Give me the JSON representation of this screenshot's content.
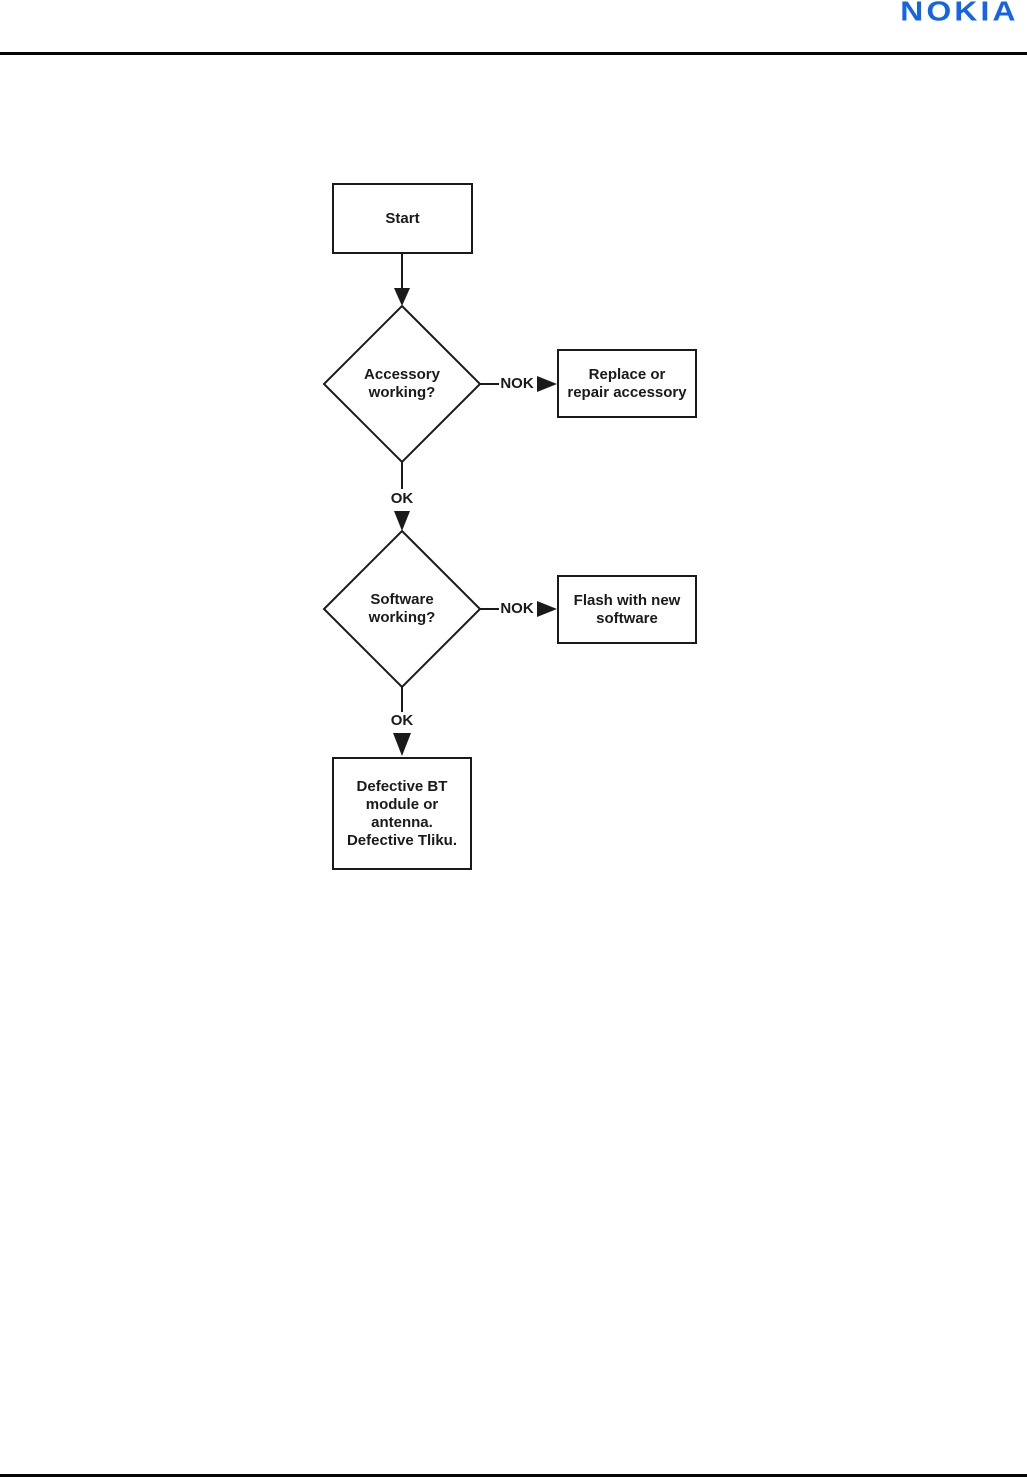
{
  "page": {
    "background": "#ffffff",
    "line_color": "#1a1a1a"
  },
  "header": {
    "logo": "NOKIA",
    "logo_color": "#1464E6"
  },
  "flowchart": {
    "start_label": "Start",
    "decision_accessory": "Accessory\nworking?",
    "decision_software": "Software\nworking?",
    "label_nok_1": "NOK",
    "label_nok_2": "NOK",
    "label_ok_1": "OK",
    "label_ok_2": "OK",
    "action_replace": "Replace or\nrepair accessory",
    "action_flash": "Flash with new\nsoftware",
    "result_defective": "Defective BT\nmodule or\nantenna.\nDefective Tliku."
  }
}
